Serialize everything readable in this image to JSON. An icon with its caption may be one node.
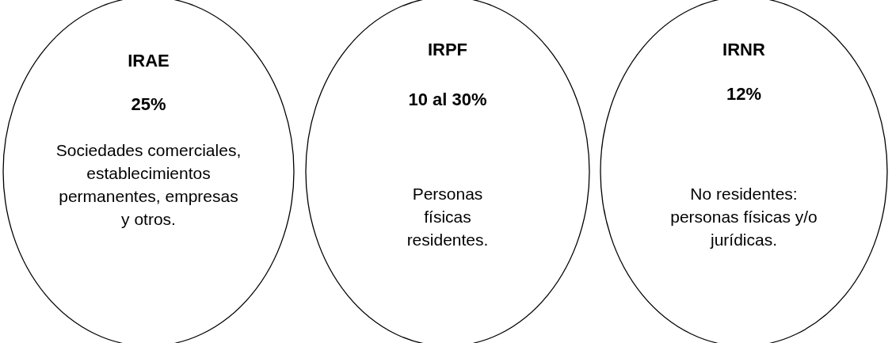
{
  "diagram": {
    "nodes": [
      {
        "text": [
          "IRAE",
          "25%",
          "Sociedades comerciales, establecimientos permanentes, empresas y otros."
        ]
      },
      {
        "text": [
          "IRPF",
          "10 al 30%",
          "Personas físicas residentes."
        ]
      },
      {
        "text": [
          "IRNR",
          "12%",
          "No residentes: personas físicas y/o jurídicas."
        ]
      }
    ]
  }
}
